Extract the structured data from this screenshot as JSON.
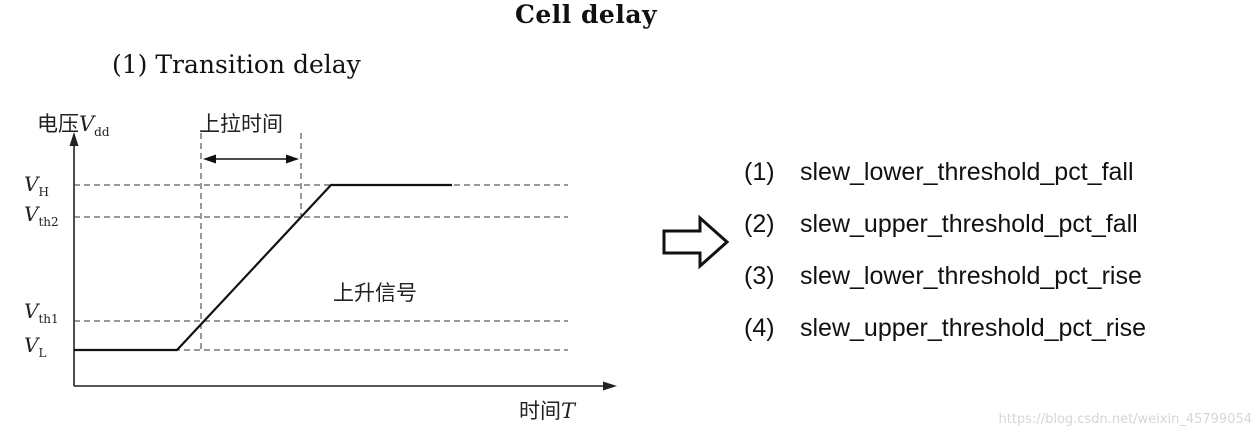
{
  "title": "Cell delay",
  "subtitle": "(1) Transition delay",
  "diagram": {
    "y_axis_label": "电压",
    "y_axis_var": "V",
    "y_axis_var_sub": "dd",
    "x_axis_label": "时间",
    "x_axis_var": "T",
    "rise_time_label": "上拉时间",
    "signal_label": "上升信号",
    "levels": [
      {
        "var": "V",
        "sub": "H"
      },
      {
        "var": "V",
        "sub": "th2"
      },
      {
        "var": "V",
        "sub": "th1"
      },
      {
        "var": "V",
        "sub": "L"
      }
    ]
  },
  "threshold_list": [
    {
      "num": "(1)",
      "text": "slew_lower_threshold_pct_fall"
    },
    {
      "num": "(2)",
      "text": "slew_upper_threshold_pct_fall"
    },
    {
      "num": "(3)",
      "text": "slew_lower_threshold_pct_rise"
    },
    {
      "num": "(4)",
      "text": "slew_upper_threshold_pct_rise"
    }
  ],
  "watermark": "https://blog.csdn.net/weixin_45799054"
}
